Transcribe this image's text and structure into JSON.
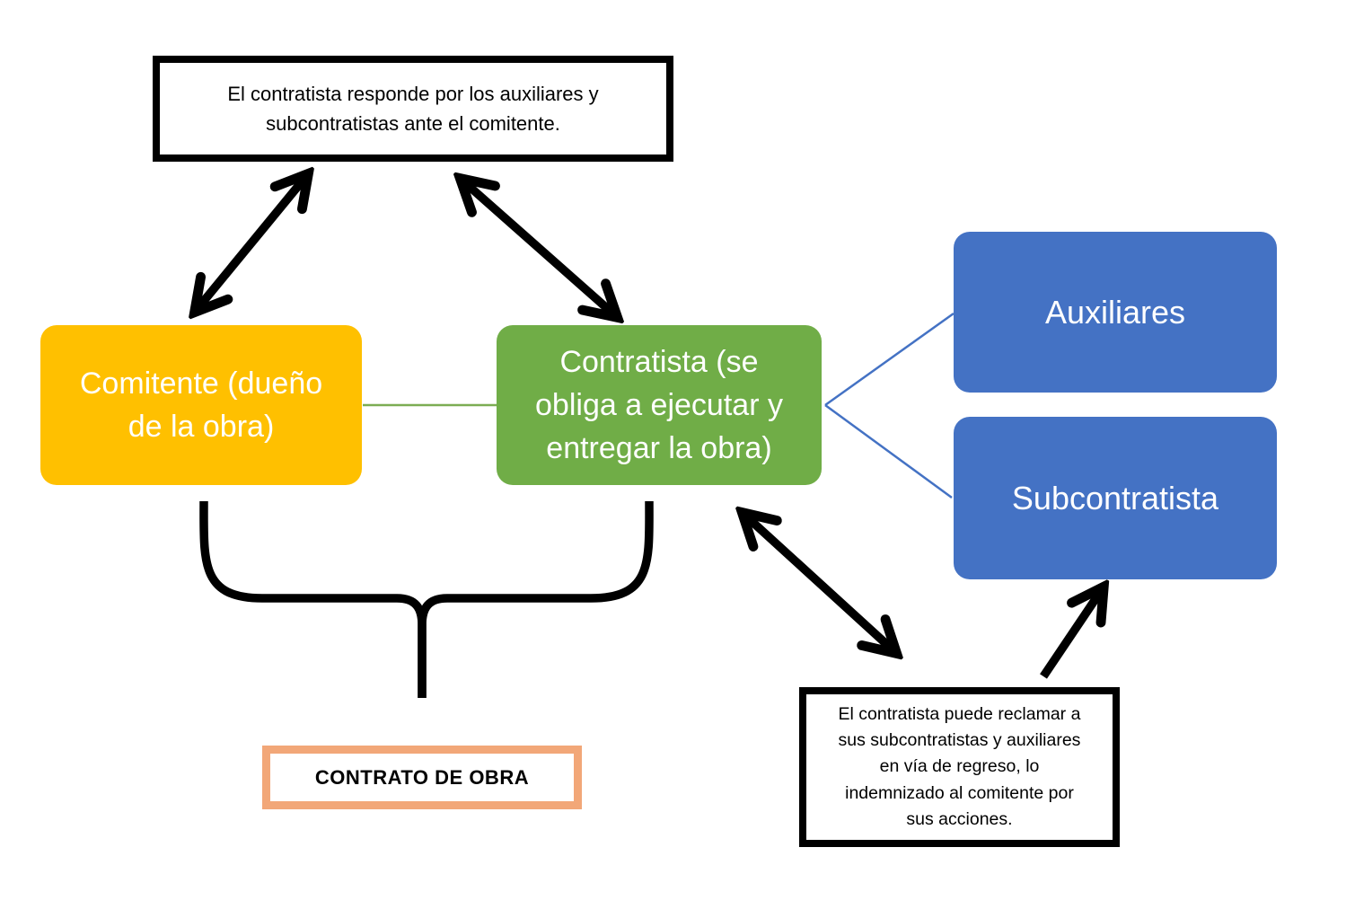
{
  "diagram": {
    "nodes": {
      "top_note": "El contratista responde por los auxiliares y\nsubcontratistas ante el comitente.",
      "comitente": "Comitente (dueño\nde la obra)",
      "contratista": "Contratista (se\nobliga a ejecutar y\nentregar la obra)",
      "auxiliares": "Auxiliares",
      "subcontratista": "Subcontratista",
      "bottom_note": "El contratista puede reclamar a\nsus subcontratistas y auxiliares\nen vía de regreso, lo\nindemnizado al comitente por\nsus acciones.",
      "contrato_label": "CONTRATO DE OBRA"
    },
    "colors": {
      "comitente_fill": "#FFC000",
      "contratista_fill": "#70AD47",
      "auxiliares_fill": "#4472C4",
      "subcontratista_fill": "#4472C4",
      "note_border": "#000000",
      "contrato_border": "#F2A778",
      "arrow_color": "#000000",
      "connector_green": "#7CAD53",
      "connector_blue": "#4472C4",
      "text_on_fill": "#FFFFFF"
    },
    "edges": [
      {
        "from": "comitente",
        "to": "top_note",
        "type": "double-arrow"
      },
      {
        "from": "contratista",
        "to": "top_note",
        "type": "double-arrow"
      },
      {
        "from": "comitente",
        "to": "contratista",
        "type": "line"
      },
      {
        "from": "contratista",
        "to": "auxiliares",
        "type": "line"
      },
      {
        "from": "contratista",
        "to": "subcontratista",
        "type": "line"
      },
      {
        "from": "contratista",
        "to": "bottom_note",
        "type": "double-arrow"
      },
      {
        "from": "bottom_note",
        "to": "subcontratista",
        "type": "arrow"
      },
      {
        "from": "comitente+contratista",
        "to": "contrato_label",
        "type": "brace"
      }
    ]
  }
}
